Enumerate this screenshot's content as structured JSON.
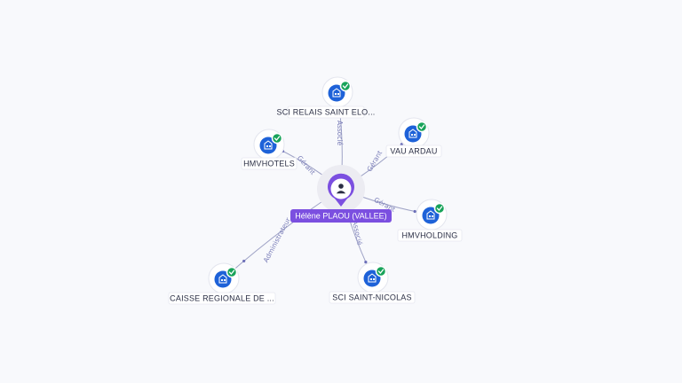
{
  "person": {
    "name": "Hélène PLAOU (VALLEE)",
    "icon": "person-icon"
  },
  "companies": [
    {
      "label": "SCI RELAIS SAINT ELO...",
      "relation": "Associé",
      "icon": "building-icon",
      "verified": true
    },
    {
      "label": "VAU ARDAU",
      "relation": "Gérant",
      "icon": "building-icon",
      "verified": true
    },
    {
      "label": "HMVHOLDING",
      "relation": "Gérant",
      "icon": "building-icon",
      "verified": true
    },
    {
      "label": "SCI SAINT-NICOLAS",
      "relation": "Associé",
      "icon": "building-icon",
      "verified": true
    },
    {
      "label": "CAISSE REGIONALE DE ...",
      "relation": "Administrateur",
      "icon": "building-icon",
      "verified": true
    },
    {
      "label": "HMVHOTELS",
      "relation": "Gérant",
      "icon": "building-icon",
      "verified": true
    }
  ],
  "colors": {
    "background": "#f8f9fc",
    "company_icon": "#1e62d8",
    "verified_badge": "#18a35a",
    "person_accent": "#7b4fe0",
    "edge": "#9fa3c6",
    "edge_label": "#7a7db8"
  }
}
